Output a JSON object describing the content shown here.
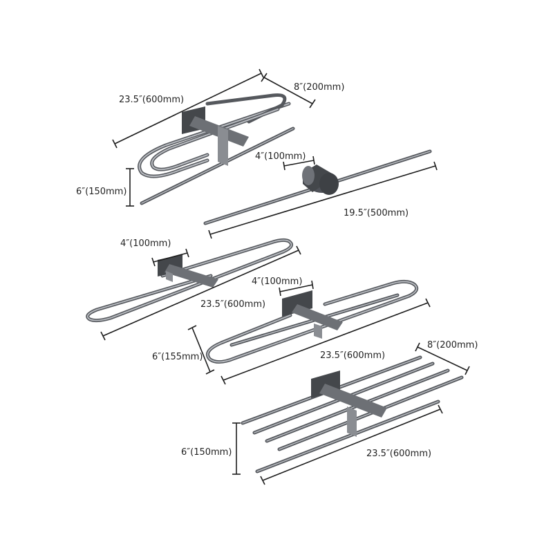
{
  "colors": {
    "metal_dark": "#55585d",
    "metal_light": "#b9bcc1",
    "dimension_line": "#1c1c1c",
    "background": "#ffffff"
  },
  "products": {
    "rack_top_left": {
      "length": "23.5″(600mm)",
      "width": "8″(200mm)",
      "height": "6″(150mm)"
    },
    "single_rod": {
      "bracket": "4″(100mm)",
      "length": "19.5″(500mm)"
    },
    "single_loop_rack": {
      "bracket": "4″(100mm)",
      "length": "23.5″(600mm)"
    },
    "double_loop_rack": {
      "bracket": "4″(100mm)",
      "height": "6″(155mm)",
      "length": "23.5″(600mm)"
    },
    "four_rod_rack": {
      "width": "8″(200mm)",
      "height": "6″(150mm)",
      "length": "23.5″(600mm)"
    }
  }
}
